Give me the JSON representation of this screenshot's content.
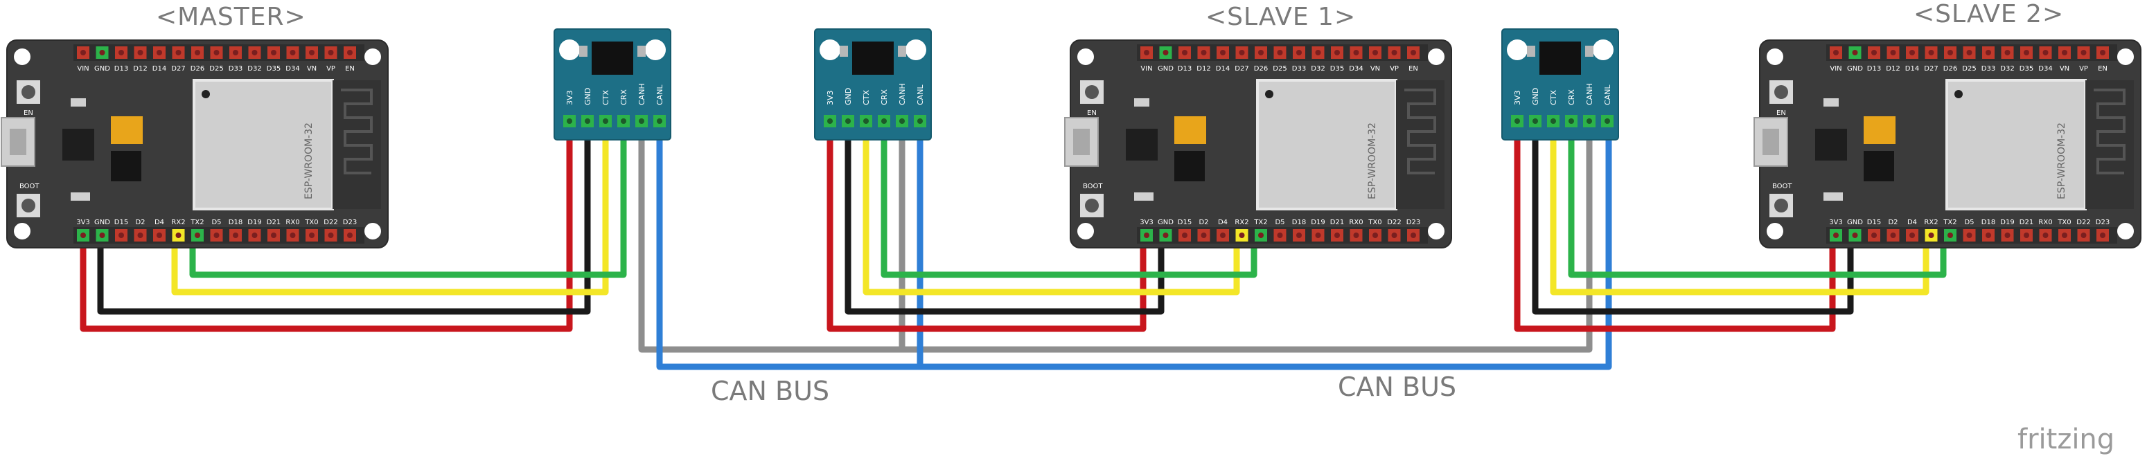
{
  "labels": {
    "master": "<MASTER>",
    "slave1": "<SLAVE 1>",
    "slave2": "<SLAVE 2>",
    "canbus_left": "CAN BUS",
    "canbus_right": "CAN BUS",
    "logo": "fritzing"
  },
  "esp32": {
    "top_pins": [
      "VIN",
      "GND",
      "D13",
      "D12",
      "D14",
      "D27",
      "D26",
      "D25",
      "D33",
      "D32",
      "D35",
      "D34",
      "VN",
      "VP",
      "EN"
    ],
    "bottom_pins": [
      "3V3",
      "GND",
      "D15",
      "D2",
      "D4",
      "RX2",
      "TX2",
      "D5",
      "D18",
      "D19",
      "D21",
      "RX0",
      "TX0",
      "D22",
      "D23"
    ],
    "button_en": "EN",
    "button_boot": "BOOT",
    "module_lines": [
      "ESP-WROOM-32"
    ]
  },
  "transceiver": {
    "pins": [
      "3V3",
      "GND",
      "CTX",
      "CRX",
      "CANH",
      "CANL"
    ]
  },
  "colors": {
    "red": "#c8161d",
    "black": "#1a1a1a",
    "yellow": "#f3e627",
    "green": "#2cb34a",
    "gray": "#8e8e8e",
    "blue": "#2f7fd6",
    "board": "#3b3b3b",
    "pcb_blue": "#1d6f86"
  }
}
